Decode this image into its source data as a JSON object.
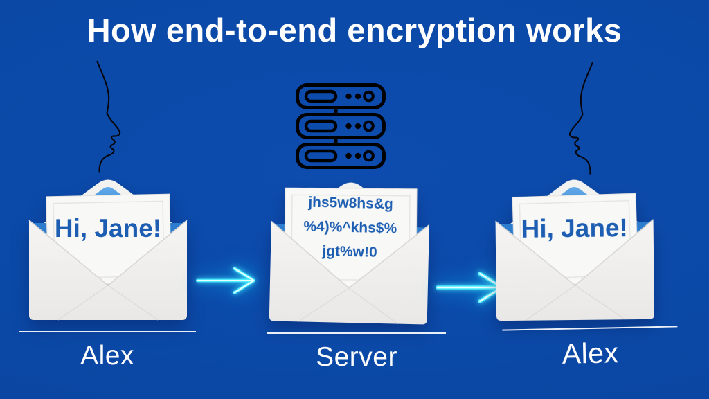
{
  "title": "How end-to-end encryption works",
  "colors": {
    "background": "#0b49a7",
    "message_text": "#1d5eb2",
    "arrow": "#4deeff",
    "label_text": "#ffffff",
    "flap_blue_top": "#63abe9",
    "flap_blue_bottom": "#1a67c1"
  },
  "stages": [
    {
      "id": "sender",
      "person": "Alex",
      "icon": "face-profile-icon",
      "message": "Hi, Jane!"
    },
    {
      "id": "server",
      "person": "Server",
      "icon": "server-icon",
      "message_lines": [
        "jhs5w8hs&g",
        "%4)%^khs$%",
        "jgt%w!0"
      ]
    },
    {
      "id": "recipient",
      "person": "Alex",
      "icon": "face-profile-icon",
      "message": "Hi, Jane!"
    }
  ],
  "arrows": [
    {
      "direction": "right"
    },
    {
      "direction": "right"
    }
  ]
}
